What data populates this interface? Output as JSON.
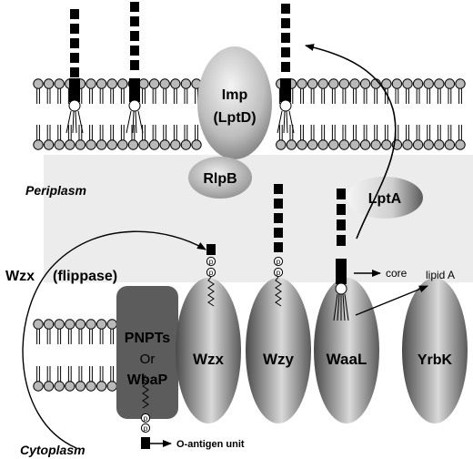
{
  "compartments": {
    "periplasm": "Periplasm",
    "cytoplasm": "Cytoplasm"
  },
  "proteins": {
    "imp_line1": "Imp",
    "imp_line2": "(LptD)",
    "rlpb": "RlpB",
    "lpta": "LptA",
    "pnpts": "PNPTs",
    "or": "Or",
    "wbap": "WbaP",
    "wzx": "Wzx",
    "wzy": "Wzy",
    "waal": "WaaL",
    "yrbk": "YrbK"
  },
  "annotations": {
    "flippase_title": "Wzx",
    "flippase_sub": "(flippase)",
    "core": "core",
    "lipid_a": "lipid A",
    "o_antigen_unit": "O-antigen unit",
    "phosphate": "p"
  },
  "colors": {
    "periplasm_band": "#ececec",
    "head_group": "#b9b9b9",
    "o_antigen_block": "#000000"
  }
}
